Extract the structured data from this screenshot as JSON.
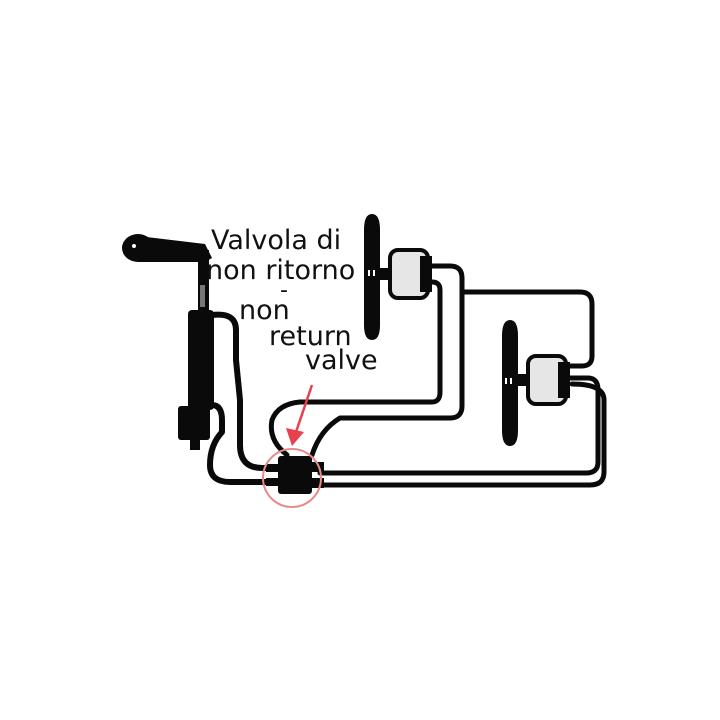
{
  "diagram": {
    "type": "hydraulic steering schematic",
    "components": [
      {
        "id": "pump",
        "name": "hand pump with crank handle"
      },
      {
        "id": "helm1",
        "name": "steering wheel helm station 1"
      },
      {
        "id": "helm2",
        "name": "steering wheel helm station 2"
      },
      {
        "id": "valve",
        "name": "non-return valve block"
      }
    ],
    "annotation": {
      "line1": "Valvola di",
      "line2": "non ritorno",
      "line3": "-",
      "line4": "non",
      "line5": "return",
      "line6": "valve",
      "highlight_color": "#e8404e",
      "circle_color": "#e88a8a"
    },
    "colors": {
      "ink": "#0a0a0a",
      "helm_body": "#e6e6e6",
      "background": "#ffffff"
    }
  }
}
